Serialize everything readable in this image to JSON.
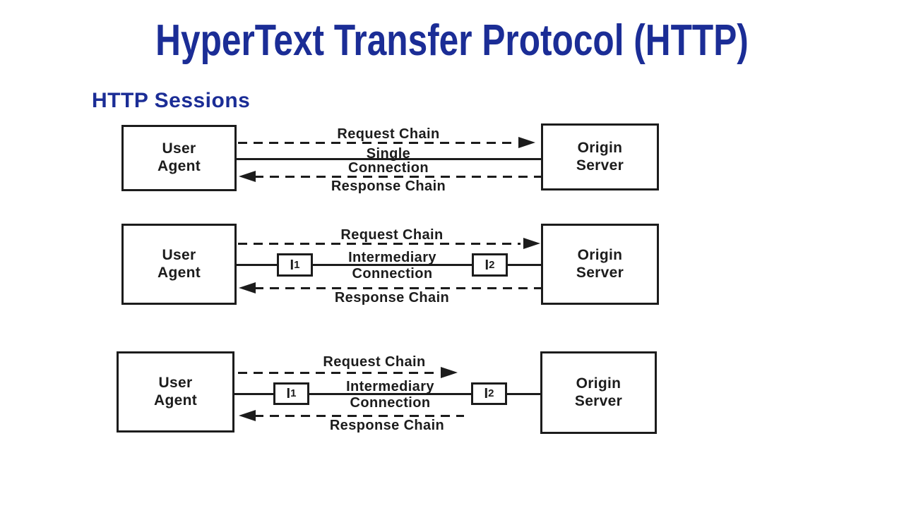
{
  "page": {
    "title": "HyperText Transfer Protocol (HTTP)",
    "subtitle": "HTTP Sessions"
  },
  "colors": {
    "heading_blue": "#1b2d96",
    "diagram_ink": "#1c1c1c",
    "background": "#ffffff"
  },
  "diagrams": [
    {
      "left_box": {
        "line1": "User",
        "line2": "Agent"
      },
      "right_box": {
        "line1": "Origin",
        "line2": "Server"
      },
      "request_label": "Request Chain",
      "connection_label": {
        "line1": "Single",
        "line2": "Connection"
      },
      "response_label": "Response Chain",
      "intermediaries": []
    },
    {
      "left_box": {
        "line1": "User",
        "line2": "Agent"
      },
      "right_box": {
        "line1": "Origin",
        "line2": "Server"
      },
      "request_label": "Request Chain",
      "connection_label": {
        "line1": "Intermediary",
        "line2": "Connection"
      },
      "response_label": "Response Chain",
      "intermediaries": [
        {
          "base": "I",
          "sub": "1"
        },
        {
          "base": "I",
          "sub": "2"
        }
      ]
    },
    {
      "left_box": {
        "line1": "User",
        "line2": "Agent"
      },
      "right_box": {
        "line1": "Origin",
        "line2": "Server"
      },
      "request_label": "Request Chain",
      "connection_label": {
        "line1": "Intermediary",
        "line2": "Connection"
      },
      "response_label": "Response Chain",
      "intermediaries": [
        {
          "base": "I",
          "sub": "1"
        },
        {
          "base": "I",
          "sub": "2"
        }
      ]
    }
  ]
}
